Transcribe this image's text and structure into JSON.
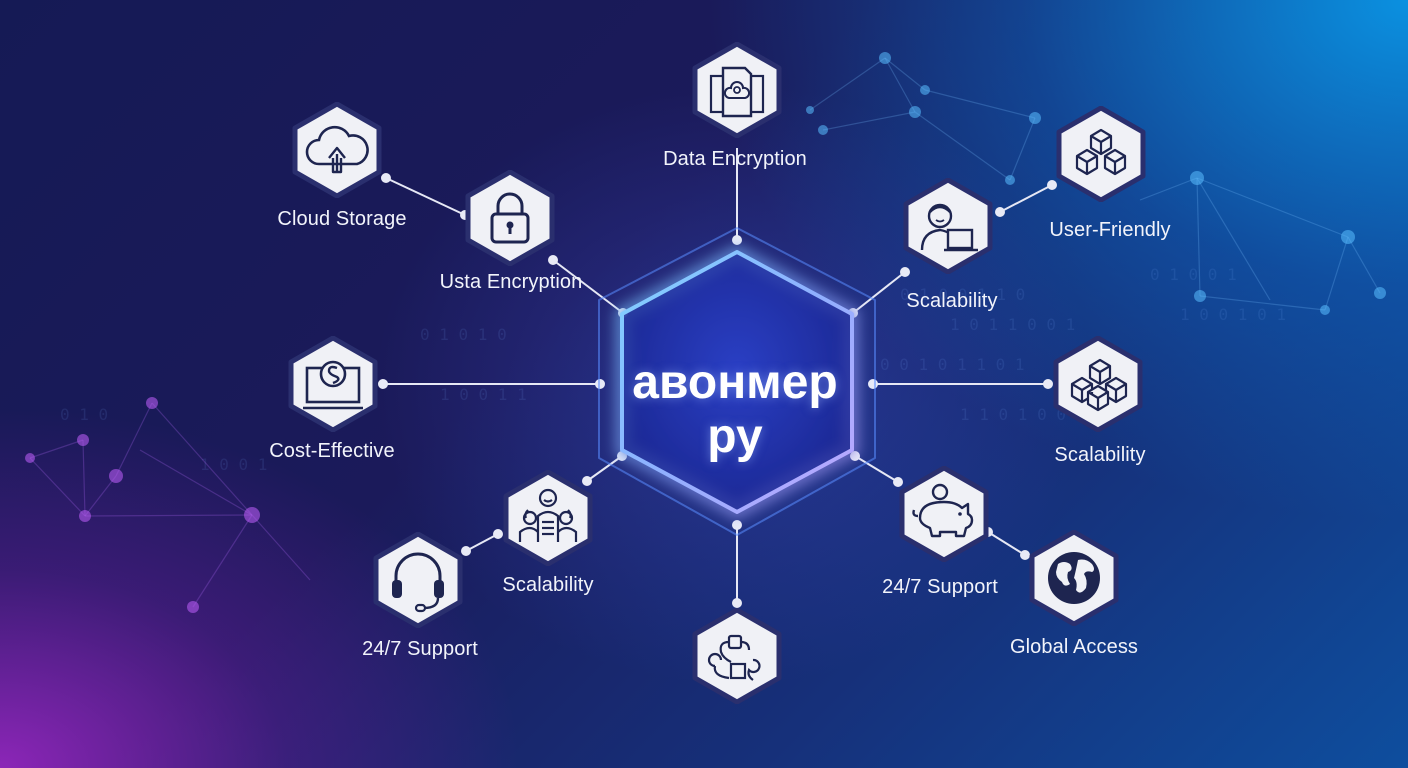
{
  "diagram": {
    "center": {
      "title_line1": "авонмер",
      "title_line2": "ру"
    },
    "nodes": [
      {
        "id": "cloud-storage",
        "label": "Cloud Storage",
        "icon": "cloud-upload-icon"
      },
      {
        "id": "usta-encryption",
        "label": "Usta Encryption",
        "icon": "padlock-icon"
      },
      {
        "id": "data-encryption",
        "label": "Data Encryption",
        "icon": "documents-cloud-icon"
      },
      {
        "id": "scalability-top",
        "label": "Scalability",
        "icon": "user-laptop-icon"
      },
      {
        "id": "user-friendly",
        "label": "User-Friendly",
        "icon": "cubes-icon"
      },
      {
        "id": "cost-effective",
        "label": "Cost-Effective",
        "icon": "laptop-dollar-icon"
      },
      {
        "id": "scalability-right",
        "label": "Scalability",
        "icon": "stacked-cubes-icon"
      },
      {
        "id": "scalability-bottom-left",
        "label": "Scalability",
        "icon": "team-icon"
      },
      {
        "id": "support-left",
        "label": "24/7 Support",
        "icon": "headset-icon"
      },
      {
        "id": "bottom-center",
        "label": "",
        "icon": "workflow-icon"
      },
      {
        "id": "support-right",
        "label": "24/7 Support",
        "icon": "piggy-bank-icon"
      },
      {
        "id": "global-access",
        "label": "Global Access",
        "icon": "globe-icon"
      }
    ]
  },
  "colors": {
    "background_dark": "#151a55",
    "background_blue": "#0a96e6",
    "background_purple": "#a028c8",
    "hex_fill": "#f0f1f6",
    "hex_border": "#2a2f6e",
    "icon_stroke": "#1e2550",
    "center_glow": "#7fd3ff",
    "center_glow_purple": "#b9a2ff",
    "text": "#f2f4fb"
  }
}
